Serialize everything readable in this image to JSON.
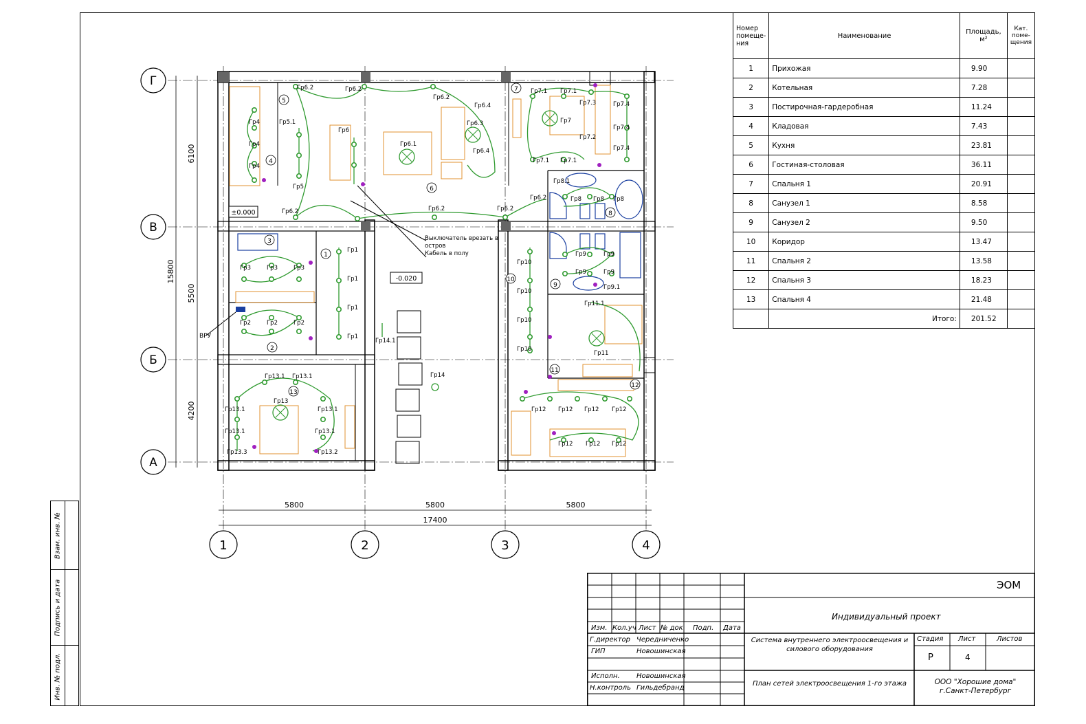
{
  "table": {
    "headers": {
      "num": "Номер помеще-ния",
      "name": "Наименование",
      "area": "Площадь, м²",
      "cat": "Кат. поме-щения"
    },
    "rows": [
      {
        "n": "1",
        "name": "Прихожая",
        "area": "9.90"
      },
      {
        "n": "2",
        "name": "Котельная",
        "area": "7.28"
      },
      {
        "n": "3",
        "name": "Постирочная-гардеробная",
        "area": "11.24"
      },
      {
        "n": "4",
        "name": "Кладовая",
        "area": "7.43"
      },
      {
        "n": "5",
        "name": "Кухня",
        "area": "23.81"
      },
      {
        "n": "6",
        "name": "Гостиная-столовая",
        "area": "36.11"
      },
      {
        "n": "7",
        "name": "Спальня 1",
        "area": "20.91"
      },
      {
        "n": "8",
        "name": "Санузел 1",
        "area": "8.58"
      },
      {
        "n": "9",
        "name": "Санузел 2",
        "area": "9.50"
      },
      {
        "n": "10",
        "name": "Коридор",
        "area": "13.47"
      },
      {
        "n": "11",
        "name": "Спальня 2",
        "area": "13.58"
      },
      {
        "n": "12",
        "name": "Спальня 3",
        "area": "18.23"
      },
      {
        "n": "13",
        "name": "Спальня 4",
        "area": "21.48"
      }
    ],
    "total_label": "Итого:",
    "total": "201.52"
  },
  "plan": {
    "axes_rows": [
      "Г",
      "В",
      "Б",
      "А"
    ],
    "axes_cols": [
      "1",
      "2",
      "3",
      "4"
    ],
    "dims_h": [
      "5800",
      "5800",
      "5800"
    ],
    "dim_total_h": "17400",
    "dims_v": [
      "6100",
      "5500",
      "4200"
    ],
    "dim_total_v": "15800",
    "level_main": "±0.000",
    "level_terrace": "-0.020",
    "note_switch": "Выключатель врезать в остров",
    "note_cable": "Кабель в полу",
    "vru": "ВРУ",
    "room_numbers": [
      "1",
      "2",
      "3",
      "4",
      "5",
      "6",
      "7",
      "8",
      "9",
      "10",
      "11",
      "12",
      "13"
    ],
    "group_labels": [
      "Гр1",
      "Гр2",
      "Гр3",
      "Гр4",
      "Гр5",
      "Гр5.1",
      "Гр6",
      "Гр6.1",
      "Гр6.2",
      "Гр6.3",
      "Гр6.4",
      "Гр7",
      "Гр7.1",
      "Гр7.2",
      "Гр7.3",
      "Гр7.4",
      "Гр8",
      "Гр8.1",
      "Гр9",
      "Гр9.1",
      "Гр10",
      "Гр11",
      "Гр11.1",
      "Гр12",
      "Гр13",
      "Гр13.1",
      "Гр13.2",
      "Гр13.3",
      "Гр14",
      "Гр14.1"
    ]
  },
  "side": {
    "c1": "Взам. инв. №",
    "c2": "Подпись и дата",
    "c3": "Инв. № подл."
  },
  "stamp": {
    "code": "ЭОМ",
    "project": "Индивидуальный проект",
    "system": "Система внутреннего электроосвещения и силового оборудования",
    "sheet_title": "План сетей электроосвещения 1-го этажа",
    "company": "ООО \"Хорошие дома\" г.Санкт-Петербург",
    "h_izm": "Изм.",
    "h_kol": "Кол.уч",
    "h_list": "Лист",
    "h_doc": "№ док",
    "h_podp": "Подп.",
    "h_date": "Дата",
    "r1_role": "Г.директор",
    "r1_name": "Чередниченко",
    "r2_role": "ГИП",
    "r2_name": "Новошинская",
    "r3_role": "Исполн.",
    "r3_name": "Новошинская",
    "r4_role": "Н.контроль",
    "r4_name": "Гильдебранд",
    "stage_h": "Стадия",
    "sheet_h": "Лист",
    "sheets_h": "Листов",
    "stage": "Р",
    "sheet": "4"
  },
  "colors": {
    "wire": "#2f9a2f",
    "furniture": "#e0922f",
    "switch": "#a020c0",
    "wall": "#000000",
    "blue": "#1a3fa0"
  }
}
